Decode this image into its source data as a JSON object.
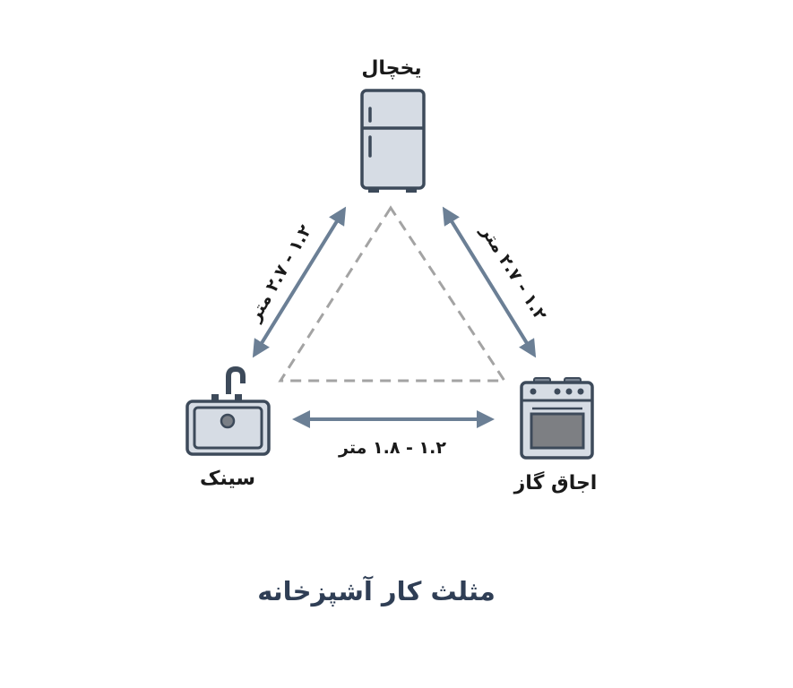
{
  "title": "مثلث کار آشپزخانه",
  "nodes": {
    "fridge": "یخچال",
    "sink": "سینک",
    "stove": "اجاق گاز"
  },
  "distances": {
    "fridge_sink": "۱.۲ - ۲.۷ متر",
    "fridge_stove": "۱.۲ - ۲.۷ متر",
    "sink_stove": "۱.۲ - ۱.۸ متر"
  },
  "colors": {
    "arrow": "#6b7f95",
    "outline": "#3d4a5a",
    "fill": "#d6dce4",
    "dashed": "#a3a3a3",
    "title": "#2f3e55"
  }
}
